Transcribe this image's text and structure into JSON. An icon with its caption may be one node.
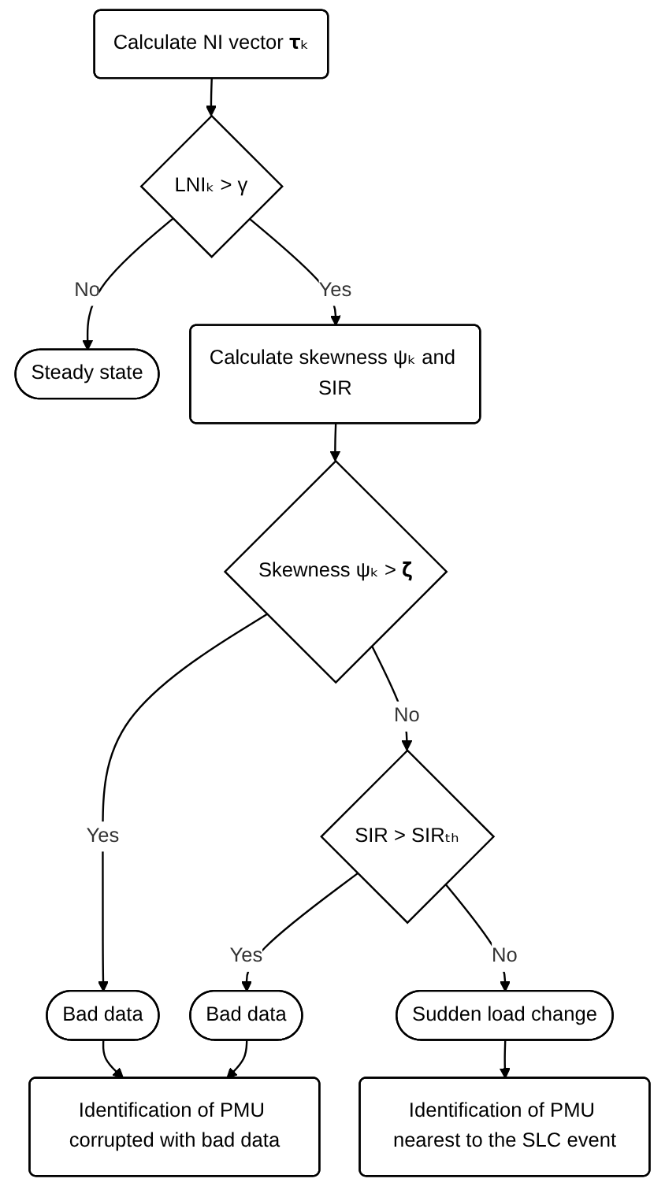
{
  "diagram": {
    "nodes": [
      {
        "text": [
          "Calculate NI vector 𝛕ₖ"
        ]
      },
      {
        "text": [
          "LNIₖ > γ"
        ]
      },
      {
        "text": [
          "Steady state"
        ]
      },
      {
        "text": [
          "Calculate skewness ψₖ and SIR"
        ]
      },
      {
        "text": [
          "Skewness ψₖ > 𝛇"
        ]
      },
      {
        "text": [
          "Bad data"
        ]
      },
      {
        "text": [
          "SIR > SIRₜₕ"
        ]
      },
      {
        "text": [
          "Bad data"
        ]
      },
      {
        "text": [
          "Identification of PMU corrupted with bad data"
        ]
      },
      {
        "text": [
          "Sudden load change"
        ]
      },
      {
        "text": [
          "Identification of PMU nearest to the SLC event"
        ]
      }
    ],
    "edges": [
      {
        "from": 0,
        "to": 1,
        "arrow": "to"
      },
      {
        "from": 1,
        "to": 2,
        "arrow": "to",
        "label": "No"
      },
      {
        "from": 1,
        "to": 3,
        "arrow": "to",
        "label": "Yes"
      },
      {
        "from": 3,
        "to": 4,
        "arrow": "to"
      },
      {
        "from": 4,
        "to": 5,
        "arrow": "to",
        "label": "Yes"
      },
      {
        "from": 4,
        "to": 6,
        "arrow": "to",
        "label": "No"
      },
      {
        "from": 6,
        "to": 7,
        "arrow": "to",
        "label": "Yes"
      },
      {
        "from": 6,
        "to": 9,
        "arrow": "to",
        "label": "No"
      },
      {
        "from": 7,
        "to": 8,
        "arrow": "to"
      },
      {
        "from": 5,
        "to": 8,
        "arrow": "to"
      },
      {
        "from": 9,
        "to": 10,
        "arrow": "to"
      }
    ]
  }
}
